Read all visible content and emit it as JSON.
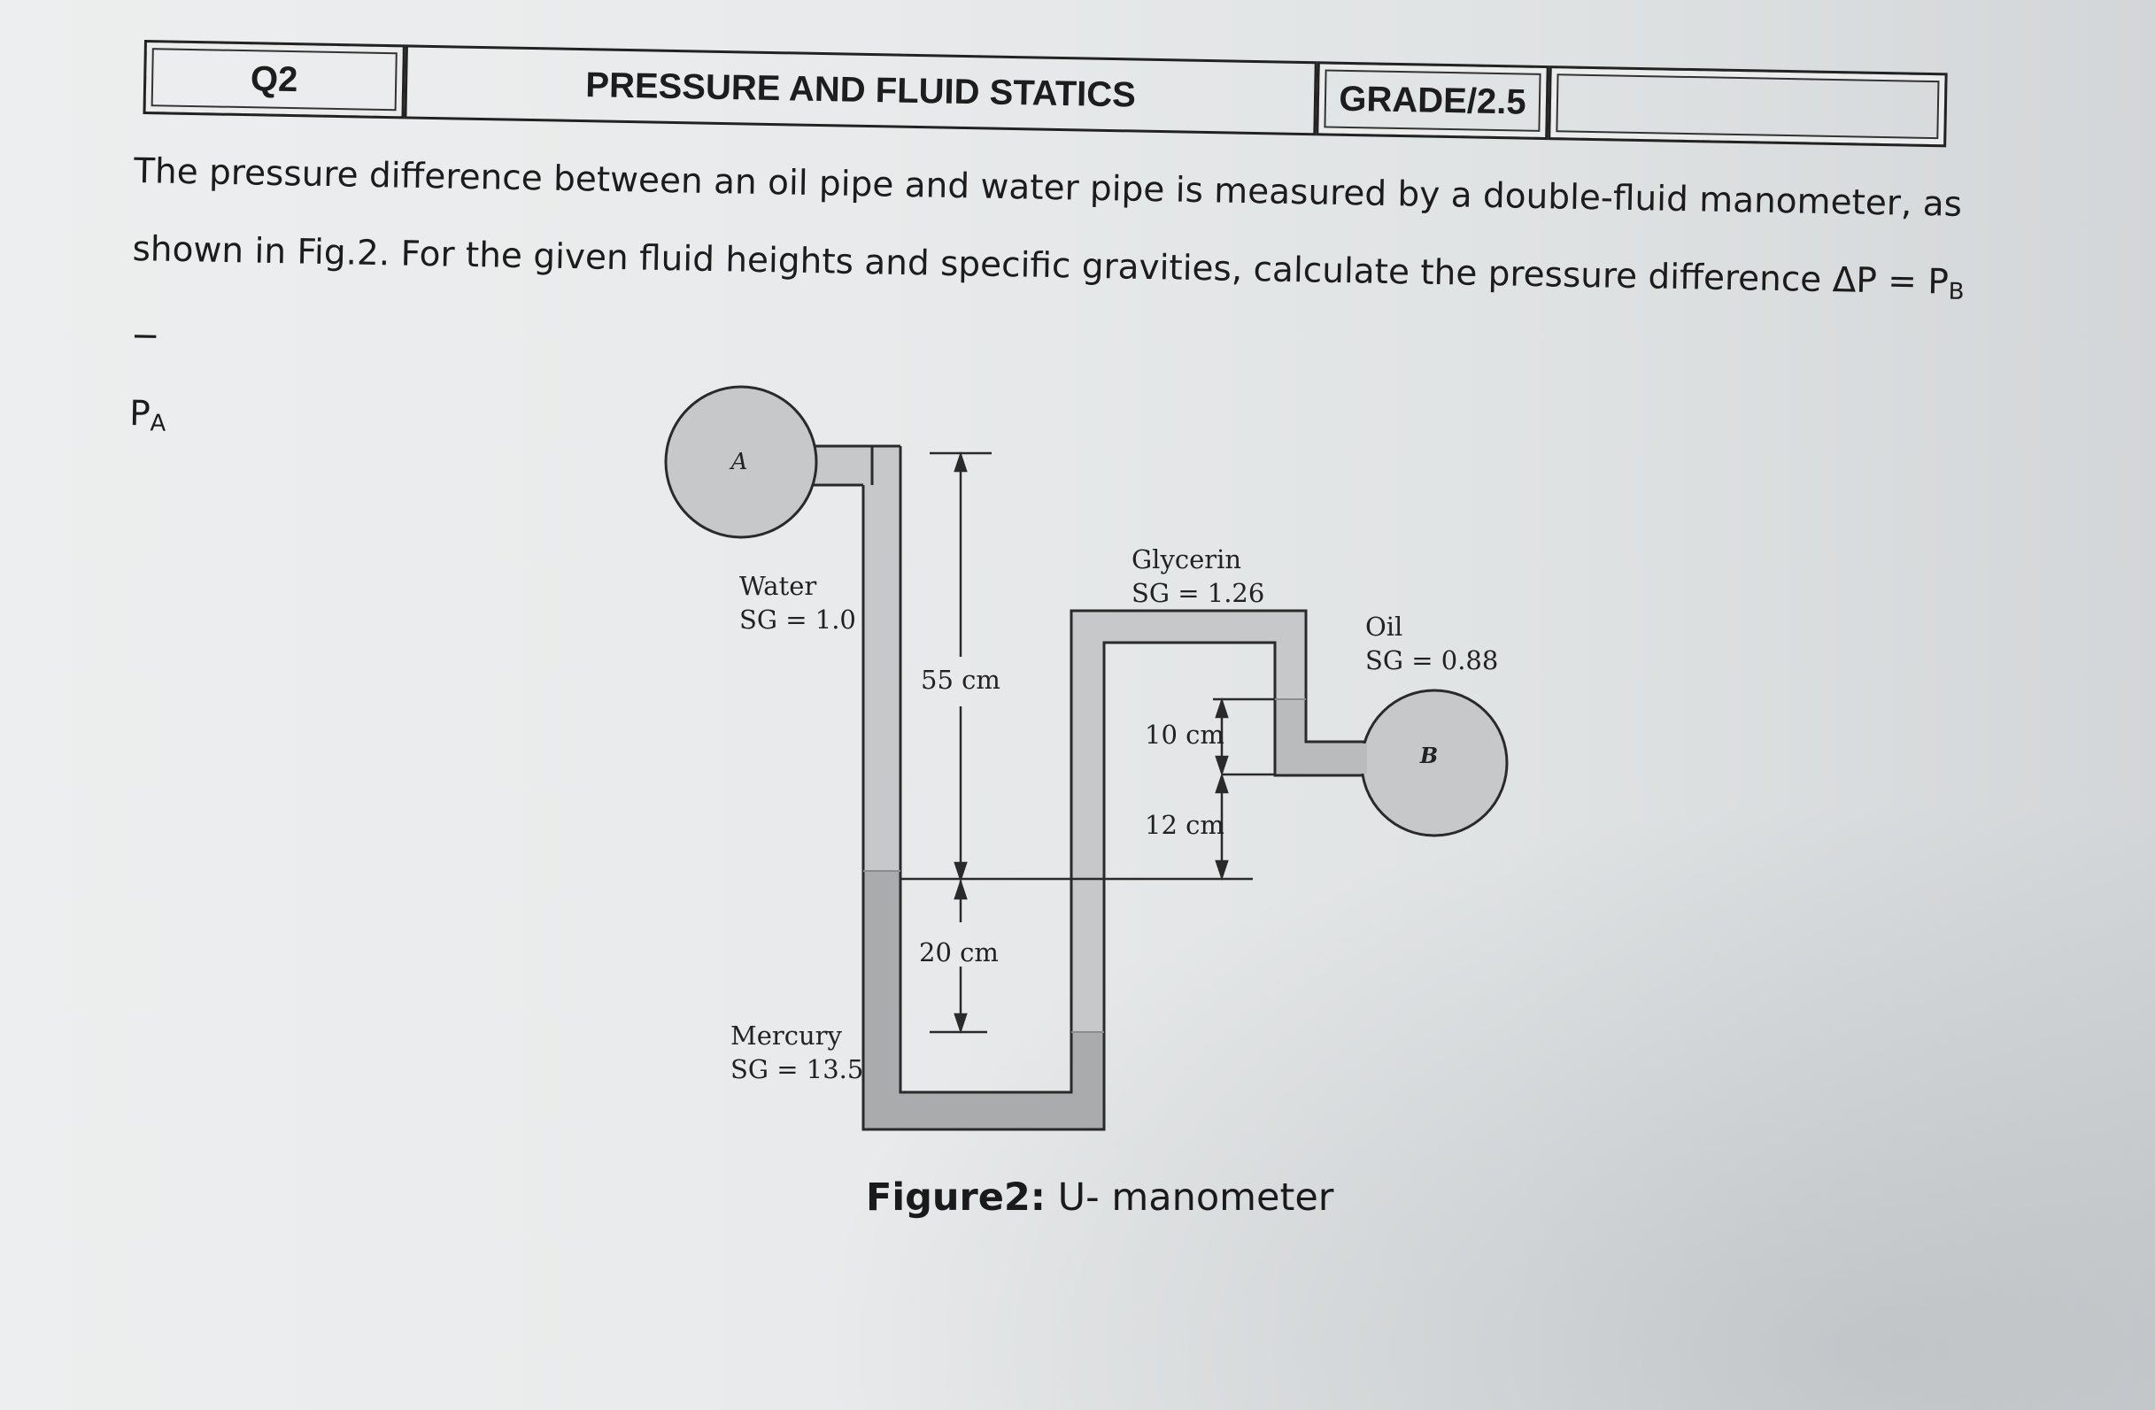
{
  "header": {
    "question": "Q2",
    "topic": "PRESSURE AND FLUID STATICS",
    "grade": "GRADE/2.5",
    "grade_box": ""
  },
  "problem": {
    "line1": "The pressure difference between an oil pipe and water pipe is measured by a double-fluid manometer, as",
    "line2": "shown in Fig.2. For the given fluid heights and specific gravities, calculate the pressure difference ΔP = P",
    "line2_sub": "B",
    "line2_end": " −",
    "line3": "P",
    "line3_sub": "A"
  },
  "figure": {
    "pipe_a": "A",
    "pipe_b": "B",
    "water_name": "Water",
    "water_sg": "SG = 1.0",
    "glycerin_name": "Glycerin",
    "glycerin_sg": "SG = 1.26",
    "oil_name": "Oil",
    "oil_sg": "SG = 0.88",
    "mercury_name": "Mercury",
    "mercury_sg": "SG = 13.5",
    "dim_55": "55 cm",
    "dim_10": "10 cm",
    "dim_12": "12 cm",
    "dim_20": "20 cm",
    "caption_bold": "Figure2:",
    "caption_text": " U- manometer"
  },
  "colors": {
    "fluid_light": "#c6c8c9",
    "fluid_dark": "#a9abad",
    "outline": "#2a2a2a"
  }
}
